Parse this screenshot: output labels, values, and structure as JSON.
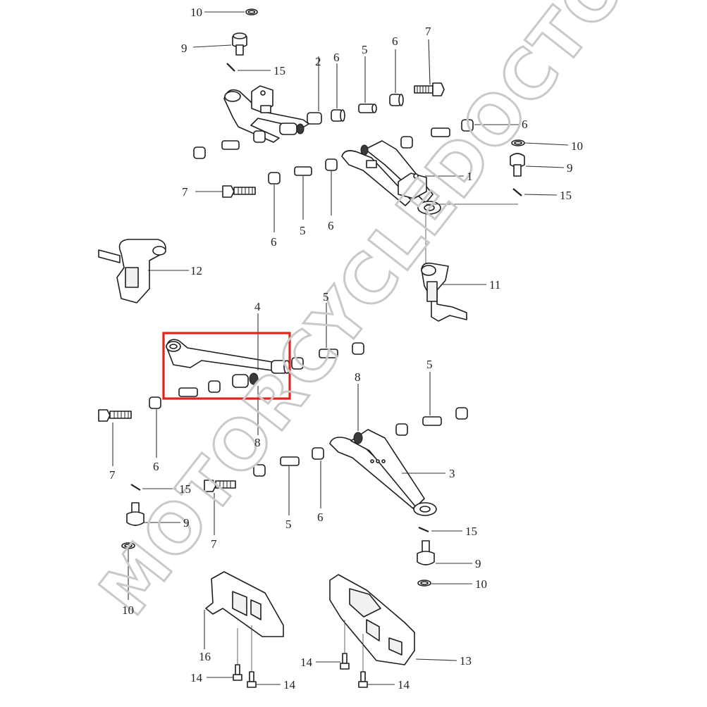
{
  "diagram": {
    "watermark": "MOTORCYCLEDOCTOR",
    "callouts": {
      "c10_top": "10",
      "c9_top": "9",
      "c15_top": "15",
      "c2": "2",
      "c6_a": "6",
      "c5_a": "5",
      "c6_b": "6",
      "c7_a": "7",
      "c6_c": "6",
      "c10_right": "10",
      "c9_right": "9",
      "c1": "1",
      "c15_right": "15",
      "c7_b": "7",
      "c6_d": "6",
      "c5_b": "5",
      "c6_e": "6",
      "c12": "12",
      "c11": "11",
      "c4": "4",
      "c5_c": "5",
      "c8_a": "8",
      "c8_b": "8",
      "c5_d": "5",
      "c7_c": "7",
      "c6_f": "6",
      "c3": "3",
      "c15_left": "15",
      "c9_left": "9",
      "c7_d": "7",
      "c5_e": "5",
      "c6_g": "6",
      "c15_lower": "15",
      "c9_lower": "9",
      "c10_left": "10",
      "c10_lower": "10",
      "c16": "16",
      "c13": "13",
      "c14_a": "14",
      "c14_b": "14",
      "c14_c": "14",
      "c14_d": "14"
    }
  }
}
